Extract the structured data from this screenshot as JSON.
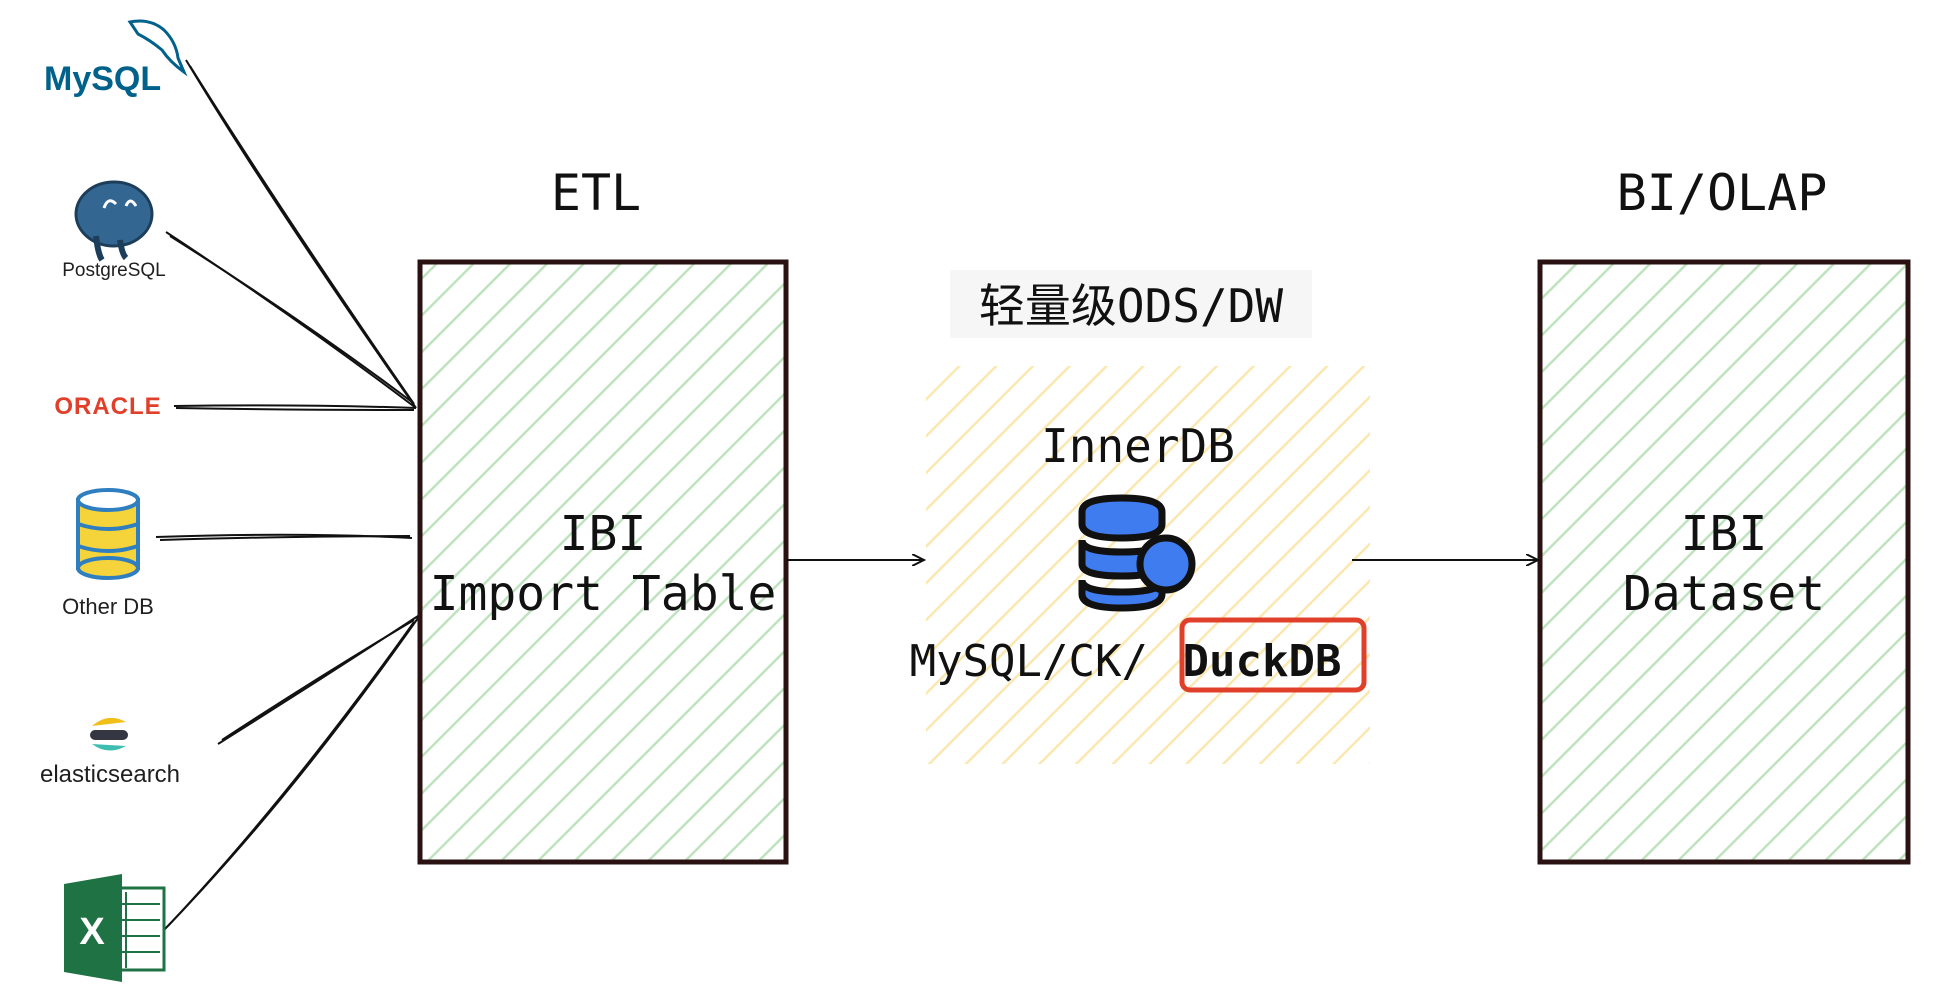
{
  "headings": {
    "etl": "ETL",
    "bi_olap": "BI/OLAP",
    "ods_dw": "轻量级ODS/DW"
  },
  "sources": {
    "mysql": "MySQL",
    "postgresql": "PostgreSQL",
    "oracle": "ORACLE",
    "other_db": "Other DB",
    "elasticsearch": "elasticsearch",
    "excel": "X"
  },
  "import_table": {
    "line1": "IBI",
    "line2": "Import Table"
  },
  "innerdb": {
    "title": "InnerDB",
    "engines_prefix": "MySQL/CK/",
    "engines_highlight": "DuckDB"
  },
  "dataset": {
    "line1": "IBI",
    "line2": "Dataset"
  },
  "colors": {
    "box_border": "#2b1212",
    "green_hatch": "#bfe3bf",
    "yellow_hatch": "#fbe7b0",
    "highlight_border": "#e0402a",
    "db_icon_blue": "#3f7cf0",
    "mysql_blue": "#00618a",
    "mysql_orange": "#e48e00",
    "postgres_blue": "#336791",
    "oracle_red": "#e0402a",
    "excel_green": "#1f7244",
    "db_yellow": "#f4d43a",
    "db_blue_outline": "#2f7fc0"
  },
  "icons": {
    "mysql": "mysql-dolphin-logo",
    "postgresql": "postgresql-elephant-logo",
    "other_db": "database-cylinder-icon",
    "elasticsearch": "elasticsearch-logo",
    "excel": "excel-logo",
    "innerdb": "database-stack-icon"
  }
}
